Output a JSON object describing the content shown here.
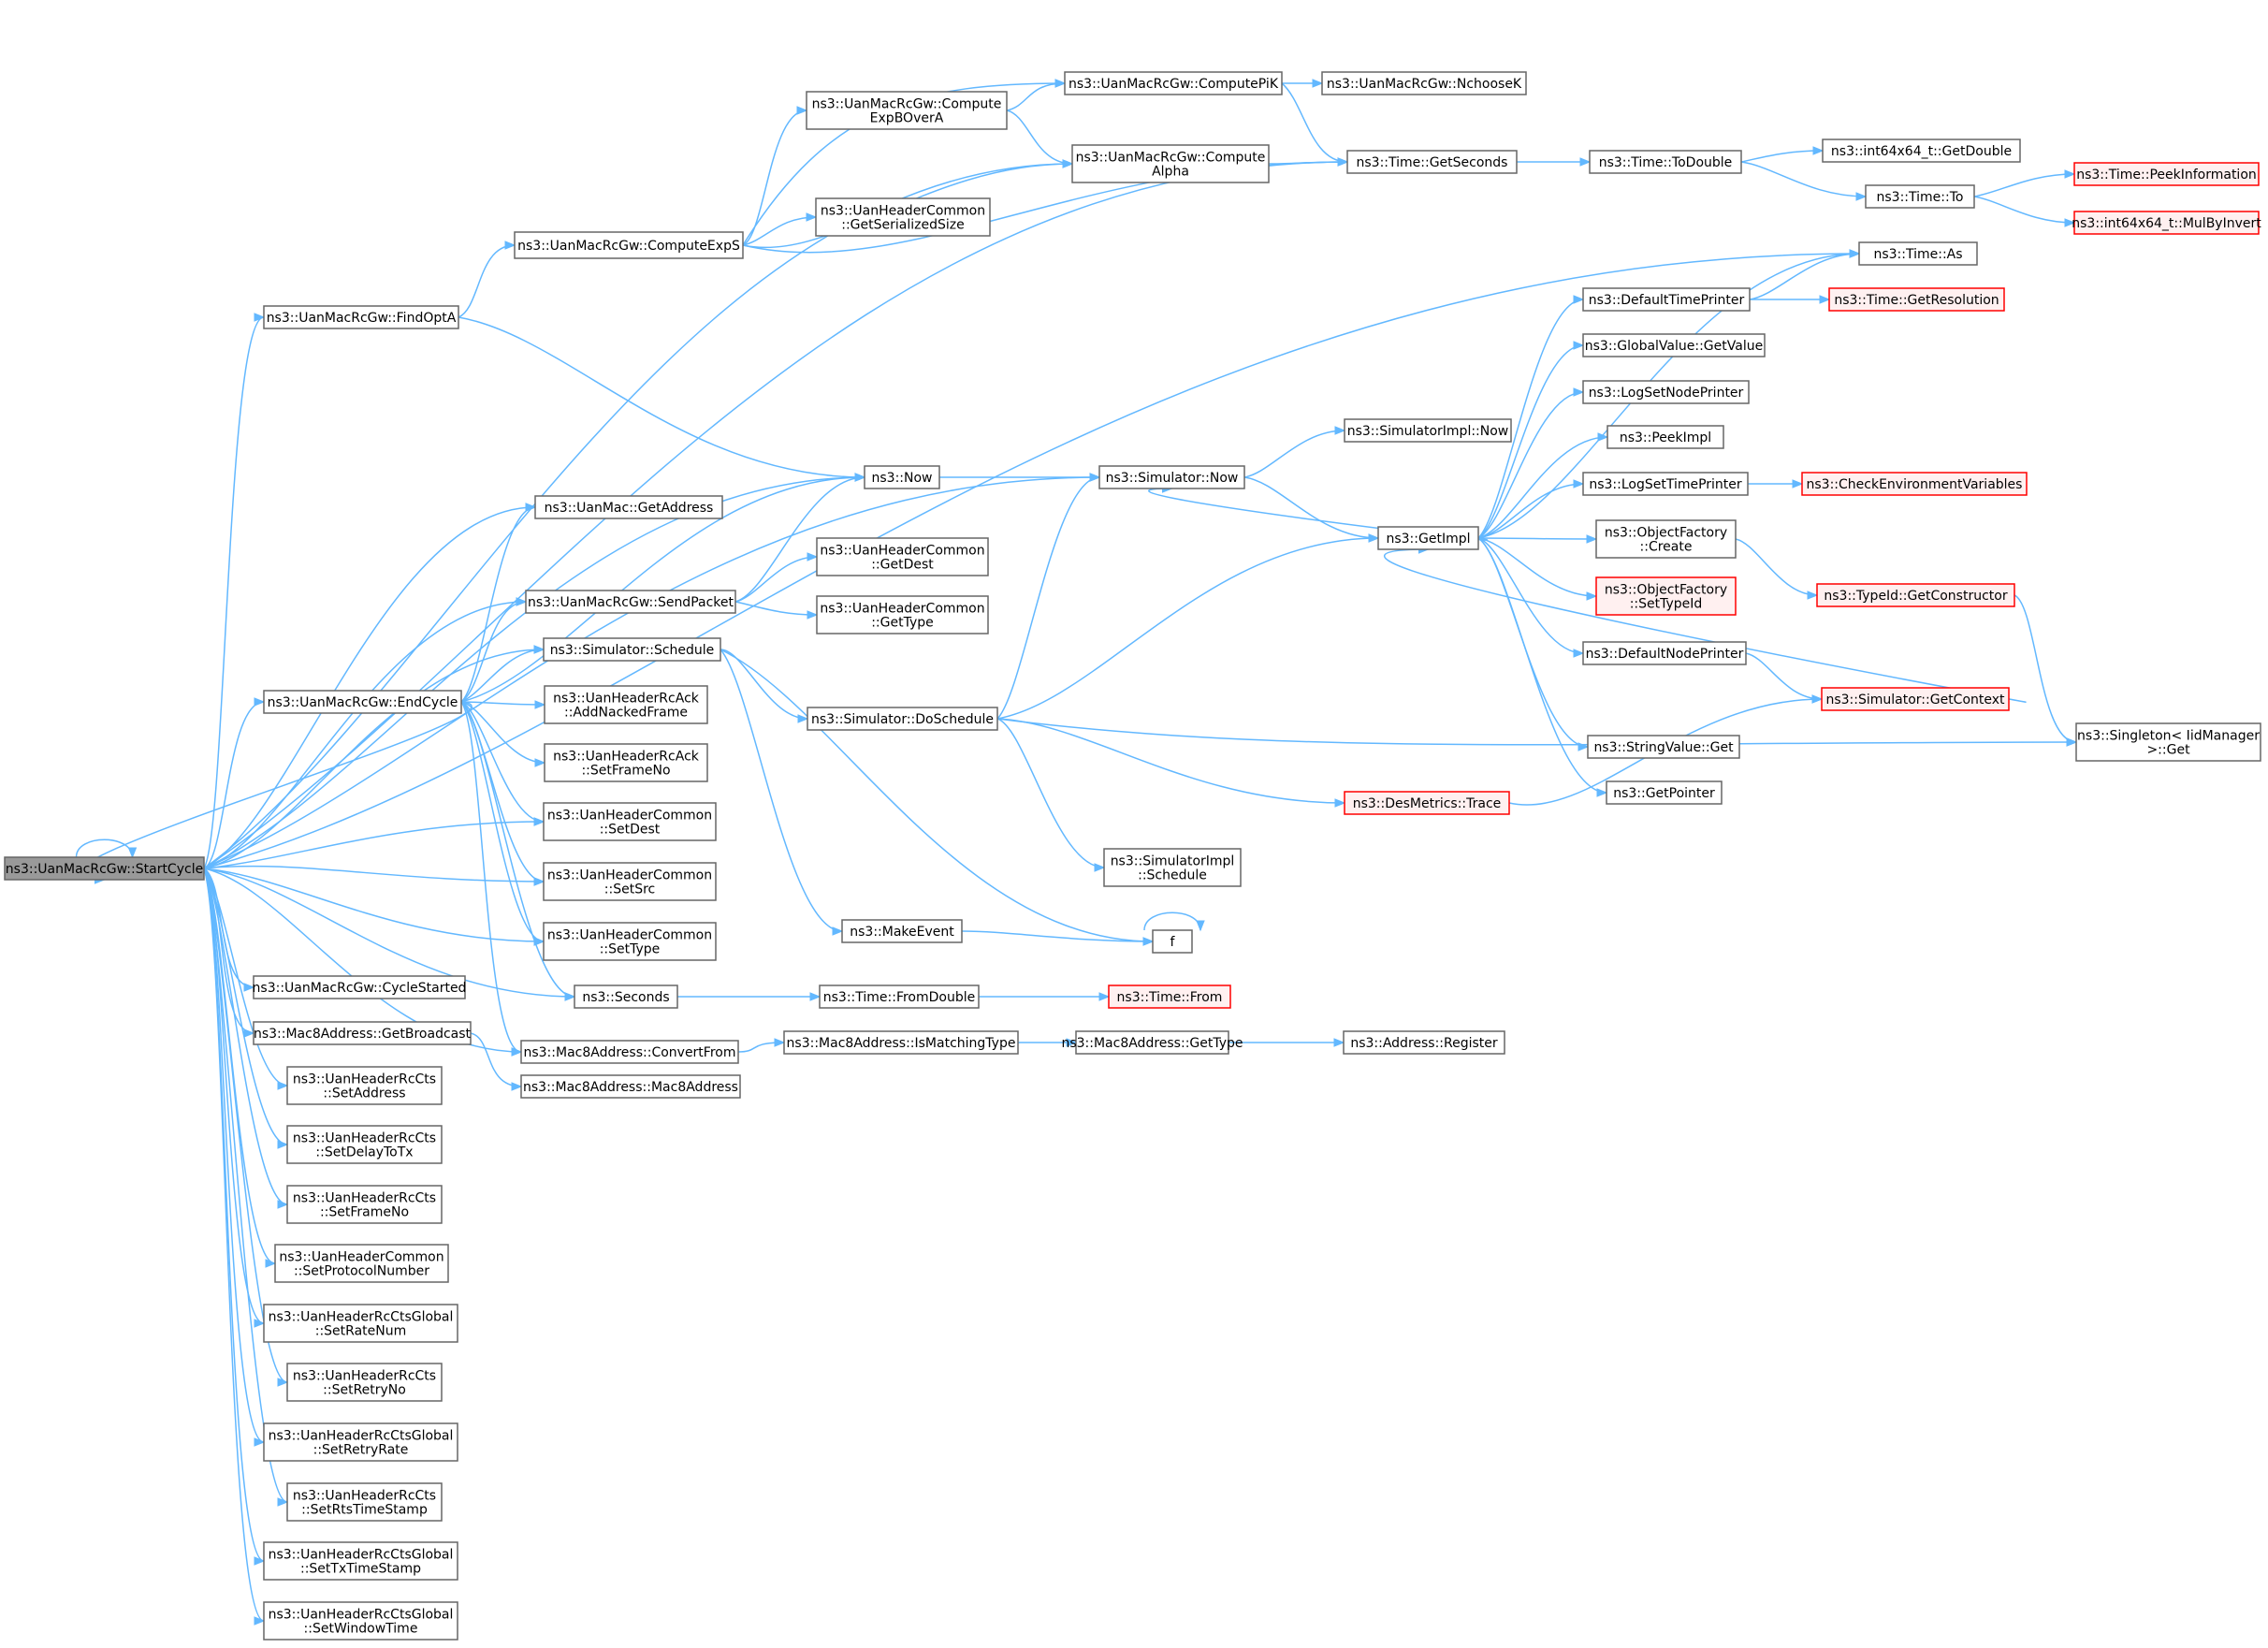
{
  "diagram": {
    "type": "call-graph",
    "edge_color": "#63b8ff",
    "root_fill": "#999999",
    "box_stroke": "#666666",
    "highlight_stroke": "#ff0000",
    "nodes": [
      {
        "id": "startcycle",
        "lines": [
          "ns3::UanMacRcGw::StartCycle"
        ],
        "root": true
      },
      {
        "id": "findopta",
        "lines": [
          "ns3::UanMacRcGw::FindOptA"
        ]
      },
      {
        "id": "computeexps",
        "lines": [
          "ns3::UanMacRcGw::ComputeExpS"
        ]
      },
      {
        "id": "computeexpboa",
        "lines": [
          "ns3::UanMacRcGw::Compute",
          "ExpBOverA"
        ]
      },
      {
        "id": "computepik",
        "lines": [
          "ns3::UanMacRcGw::ComputePiK"
        ]
      },
      {
        "id": "nchoosek",
        "lines": [
          "ns3::UanMacRcGw::NchooseK"
        ]
      },
      {
        "id": "computealpha",
        "lines": [
          "ns3::UanMacRcGw::Compute",
          "Alpha"
        ]
      },
      {
        "id": "getserializedsize",
        "lines": [
          "ns3::UanHeaderCommon",
          "::GetSerializedSize"
        ]
      },
      {
        "id": "getseconds",
        "lines": [
          "ns3::Time::GetSeconds"
        ]
      },
      {
        "id": "todouble",
        "lines": [
          "ns3::Time::ToDouble"
        ]
      },
      {
        "id": "int64getdouble",
        "lines": [
          "ns3::int64x64_t::GetDouble"
        ]
      },
      {
        "id": "timeto",
        "lines": [
          "ns3::Time::To"
        ]
      },
      {
        "id": "peekinfo",
        "lines": [
          "ns3::Time::PeekInformation"
        ],
        "red": true
      },
      {
        "id": "mulbyinvert",
        "lines": [
          "ns3::int64x64_t::MulByInvert"
        ],
        "red": true
      },
      {
        "id": "timeas",
        "lines": [
          "ns3::Time::As"
        ]
      },
      {
        "id": "defaulttimeprinter",
        "lines": [
          "ns3::DefaultTimePrinter"
        ]
      },
      {
        "id": "getresolution",
        "lines": [
          "ns3::Time::GetResolution"
        ],
        "red": true
      },
      {
        "id": "globalvalueget",
        "lines": [
          "ns3::GlobalValue::GetValue"
        ]
      },
      {
        "id": "logsetnodeprinter",
        "lines": [
          "ns3::LogSetNodePrinter"
        ]
      },
      {
        "id": "peekimpl",
        "lines": [
          "ns3::PeekImpl"
        ]
      },
      {
        "id": "logsettimeprinter",
        "lines": [
          "ns3::LogSetTimePrinter"
        ]
      },
      {
        "id": "checkenv",
        "lines": [
          "ns3::CheckEnvironmentVariables"
        ],
        "red": true
      },
      {
        "id": "objfactorycreate",
        "lines": [
          "ns3::ObjectFactory",
          "::Create"
        ]
      },
      {
        "id": "objfactorysettypeid",
        "lines": [
          "ns3::ObjectFactory",
          "::SetTypeId"
        ],
        "red": true
      },
      {
        "id": "getconstructor",
        "lines": [
          "ns3::TypeId::GetConstructor"
        ],
        "red": true
      },
      {
        "id": "defaultnodeprinter",
        "lines": [
          "ns3::DefaultNodePrinter"
        ]
      },
      {
        "id": "getcontext",
        "lines": [
          "ns3::Simulator::GetContext"
        ],
        "red": true
      },
      {
        "id": "stringvalueget",
        "lines": [
          "ns3::StringValue::Get"
        ]
      },
      {
        "id": "getpointer",
        "lines": [
          "ns3::GetPointer"
        ]
      },
      {
        "id": "singletonget",
        "lines": [
          "ns3::Singleton< IidManager",
          "  >::Get"
        ]
      },
      {
        "id": "simimplnow",
        "lines": [
          "ns3::SimulatorImpl::Now"
        ]
      },
      {
        "id": "simnow",
        "lines": [
          "ns3::Simulator::Now"
        ]
      },
      {
        "id": "now",
        "lines": [
          "ns3::Now"
        ]
      },
      {
        "id": "getimpl",
        "lines": [
          "ns3::GetImpl"
        ]
      },
      {
        "id": "uanmacgetaddress",
        "lines": [
          "ns3::UanMac::GetAddress"
        ]
      },
      {
        "id": "sendpacket",
        "lines": [
          "ns3::UanMacRcGw::SendPacket"
        ]
      },
      {
        "id": "getdest",
        "lines": [
          "ns3::UanHeaderCommon",
          "::GetDest"
        ]
      },
      {
        "id": "gettype",
        "lines": [
          "ns3::UanHeaderCommon",
          "::GetType"
        ]
      },
      {
        "id": "schedule",
        "lines": [
          "ns3::Simulator::Schedule"
        ]
      },
      {
        "id": "endcycle",
        "lines": [
          "ns3::UanMacRcGw::EndCycle"
        ]
      },
      {
        "id": "addnackedframe",
        "lines": [
          "ns3::UanHeaderRcAck",
          "::AddNackedFrame"
        ]
      },
      {
        "id": "ackframeno",
        "lines": [
          "ns3::UanHeaderRcAck",
          "::SetFrameNo"
        ]
      },
      {
        "id": "doschedule",
        "lines": [
          "ns3::Simulator::DoSchedule"
        ]
      },
      {
        "id": "desmetrics",
        "lines": [
          "ns3::DesMetrics::Trace"
        ],
        "red": true
      },
      {
        "id": "setdest",
        "lines": [
          "ns3::UanHeaderCommon",
          "::SetDest"
        ]
      },
      {
        "id": "setsrc",
        "lines": [
          "ns3::UanHeaderCommon",
          "::SetSrc"
        ]
      },
      {
        "id": "simimplschedule",
        "lines": [
          "ns3::SimulatorImpl",
          "::Schedule"
        ]
      },
      {
        "id": "settype",
        "lines": [
          "ns3::UanHeaderCommon",
          "::SetType"
        ]
      },
      {
        "id": "makeevent",
        "lines": [
          "ns3::MakeEvent"
        ]
      },
      {
        "id": "f",
        "lines": [
          "f"
        ]
      },
      {
        "id": "seconds",
        "lines": [
          "ns3::Seconds"
        ]
      },
      {
        "id": "fromdouble",
        "lines": [
          "ns3::Time::FromDouble"
        ]
      },
      {
        "id": "timefrom",
        "lines": [
          "ns3::Time::From"
        ],
        "red": true
      },
      {
        "id": "cyclestarted",
        "lines": [
          "ns3::UanMacRcGw::CycleStarted"
        ]
      },
      {
        "id": "getbroadcast",
        "lines": [
          "ns3::Mac8Address::GetBroadcast"
        ]
      },
      {
        "id": "convertfrom",
        "lines": [
          "ns3::Mac8Address::ConvertFrom"
        ]
      },
      {
        "id": "ismatchingtype",
        "lines": [
          "ns3::Mac8Address::IsMatchingType"
        ]
      },
      {
        "id": "mac8gettype",
        "lines": [
          "ns3::Mac8Address::GetType"
        ]
      },
      {
        "id": "addressregister",
        "lines": [
          "ns3::Address::Register"
        ]
      },
      {
        "id": "mac8ctor",
        "lines": [
          "ns3::Mac8Address::Mac8Address"
        ]
      },
      {
        "id": "ctssetaddress",
        "lines": [
          "ns3::UanHeaderRcCts",
          "::SetAddress"
        ]
      },
      {
        "id": "ctssetdelaytotx",
        "lines": [
          "ns3::UanHeaderRcCts",
          "::SetDelayToTx"
        ]
      },
      {
        "id": "ctssetframeno",
        "lines": [
          "ns3::UanHeaderRcCts",
          "::SetFrameNo"
        ]
      },
      {
        "id": "setprotocolnumber",
        "lines": [
          "ns3::UanHeaderCommon",
          "::SetProtocolNumber"
        ]
      },
      {
        "id": "setratenum",
        "lines": [
          "ns3::UanHeaderRcCtsGlobal",
          "::SetRateNum"
        ]
      },
      {
        "id": "setretryno",
        "lines": [
          "ns3::UanHeaderRcCts",
          "::SetRetryNo"
        ]
      },
      {
        "id": "setretryrate",
        "lines": [
          "ns3::UanHeaderRcCtsGlobal",
          "::SetRetryRate"
        ]
      },
      {
        "id": "setrtstimestamp",
        "lines": [
          "ns3::UanHeaderRcCts",
          "::SetRtsTimeStamp"
        ]
      },
      {
        "id": "settxtimestamp",
        "lines": [
          "ns3::UanHeaderRcCtsGlobal",
          "::SetTxTimeStamp"
        ]
      },
      {
        "id": "setwindowtime",
        "lines": [
          "ns3::UanHeaderRcCtsGlobal",
          "::SetWindowTime"
        ]
      }
    ]
  }
}
